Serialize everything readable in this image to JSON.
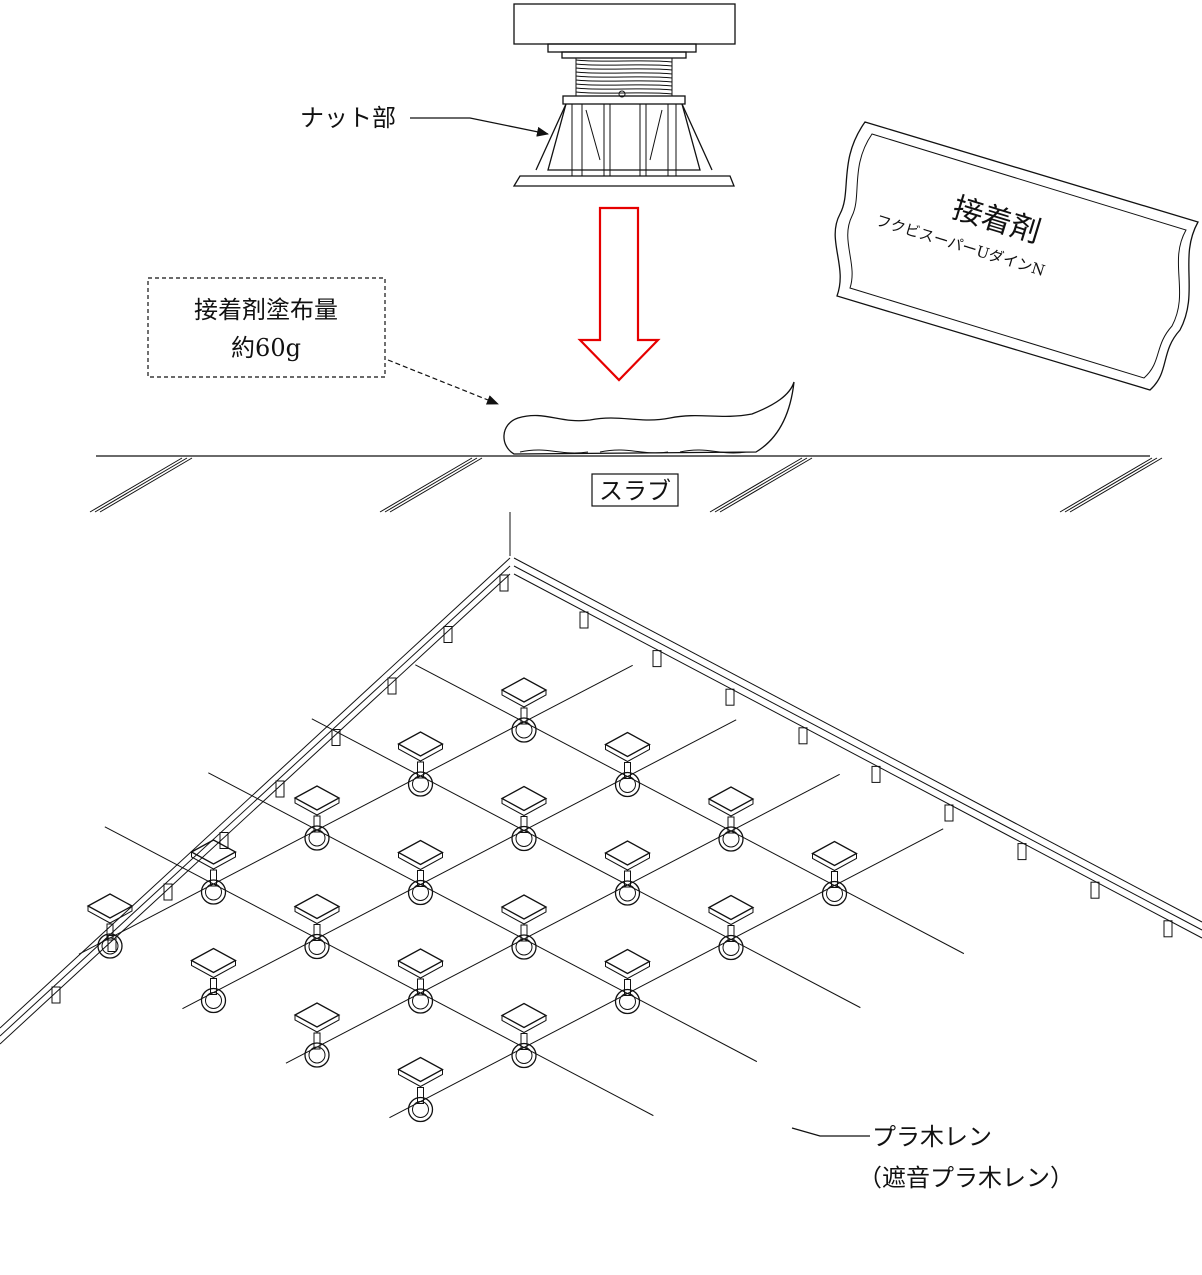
{
  "labels": {
    "nut_part": "ナット部",
    "adhesive_amount_line1": "接着剤塗布量",
    "adhesive_amount_line2": "約60g",
    "adhesive_bag_title": "接着剤",
    "adhesive_bag_product": "フクビスーパーUダインN",
    "slab": "スラブ",
    "pedestal_name": "プラ木レン",
    "pedestal_alt_name": "（遮音プラ木レン）"
  },
  "colors": {
    "line": "#111111",
    "arrow": "#e60000",
    "background": "#ffffff"
  }
}
